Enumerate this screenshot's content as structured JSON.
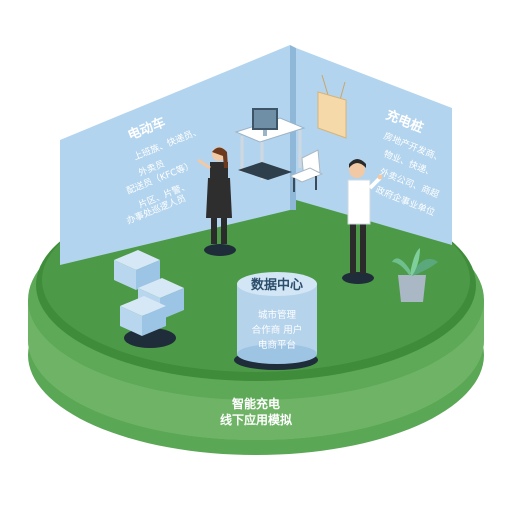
{
  "left_panel": {
    "title": "电动车",
    "lines": [
      "上班族、快递员、",
      "外卖员",
      "配送员（KFC等）",
      "片区、片警、",
      "办事处巡逻人员"
    ]
  },
  "right_panel": {
    "title": "充电桩",
    "lines": [
      "房地产开发商、",
      "物业、快递、",
      "外卖公司、商超",
      "政府企事业单位"
    ]
  },
  "data_center": {
    "title": "数据中心",
    "lines": [
      "城市管理",
      "合作商  用户",
      "电商平台"
    ]
  },
  "platform_caption": {
    "line1": "智能充电",
    "line2": "线下应用模拟"
  },
  "colors": {
    "panel_fill": "#b3d4ee",
    "panel_text": "#ffffff",
    "floor_top": "#4c9a47",
    "floor_side": "#5fae59",
    "floor_base": "#6fb466",
    "cylinder_fill": "#b6d3ec",
    "cube_fill": "#b8d7ef"
  }
}
